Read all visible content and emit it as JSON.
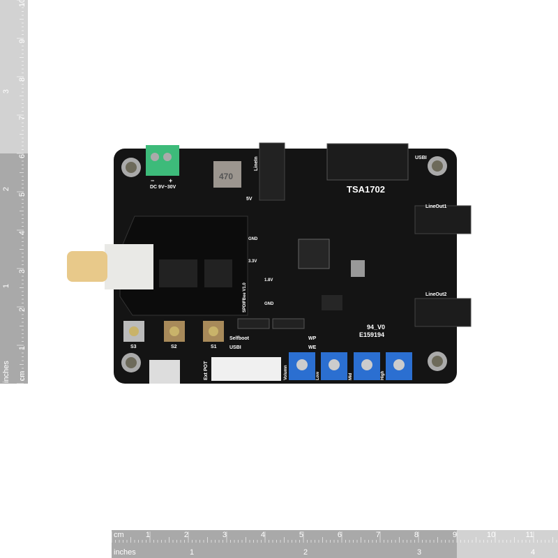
{
  "board": {
    "model": "TSA1702",
    "power_label": "DC 9V~30V",
    "inductor_marking": "470",
    "labels": {
      "line_in": "LineIn",
      "usbi_header": "USBI",
      "line_out1": "LineOut1",
      "line_out2": "LineOut2",
      "v5": "5V",
      "v18": "1.8V",
      "gnd": "GND",
      "gnd2": "GND",
      "v33": "3.3V",
      "daughter": "SPDIFBee V1.0",
      "selfboot": "Selfboot",
      "usbi": "USBI",
      "wp": "WP",
      "we": "WE",
      "s3": "S3",
      "s2": "S2",
      "s1": "S1",
      "ext_pot": "Ext POT",
      "volumn": "Volumn",
      "low": "Low",
      "mid": "Mid",
      "high": "High",
      "ul_rating": "94_V0",
      "ul_number": "E159194",
      "minus": "−",
      "plus": "+"
    },
    "colors": {
      "pcb": "#141414",
      "terminal": "#3dbb7a",
      "pot": "#2b6fd1",
      "rca": "#e8c98a"
    }
  },
  "ruler_bottom": {
    "cm_label": "cm",
    "inch_label": "inches",
    "cm": [
      "1",
      "2",
      "3",
      "4",
      "5",
      "6",
      "7",
      "8",
      "9",
      "10",
      "11"
    ],
    "inches": [
      "1",
      "2",
      "3",
      "4"
    ]
  },
  "ruler_left": {
    "cm_label": "cm",
    "inch_label": "inches",
    "cm": [
      "1",
      "2",
      "3",
      "4",
      "5",
      "6",
      "7",
      "8",
      "9",
      "10"
    ],
    "inches": [
      "1",
      "2",
      "3"
    ]
  }
}
